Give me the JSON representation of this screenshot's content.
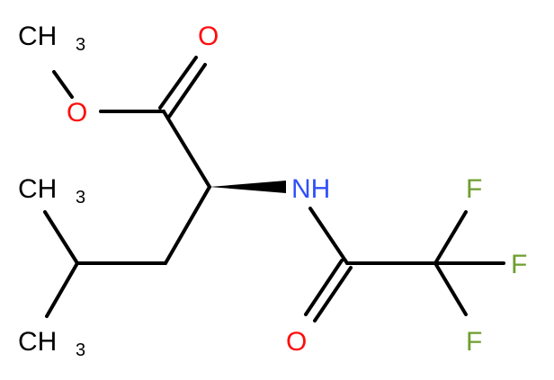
{
  "molecule": {
    "atom_labels": {
      "methoxy_methyl": "CH",
      "methoxy_methyl_sub": "3",
      "ester_carbonyl_o": "O",
      "ester_ether_o": "O",
      "isopropyl_methyl_top": "CH",
      "isopropyl_methyl_top_sub": "3",
      "isopropyl_methyl_bottom": "CH",
      "isopropyl_methyl_bottom_sub": "3",
      "amide_nh": "NH",
      "amide_carbonyl_o": "O",
      "fluorine_top": "F",
      "fluorine_right": "F",
      "fluorine_bottom": "F"
    },
    "colors": {
      "bond": "#000000",
      "carbon_text": "#000000",
      "oxygen": "#ff0d0d",
      "nitrogen": "#3050f8",
      "fluorine": "#6d9e2e"
    }
  }
}
